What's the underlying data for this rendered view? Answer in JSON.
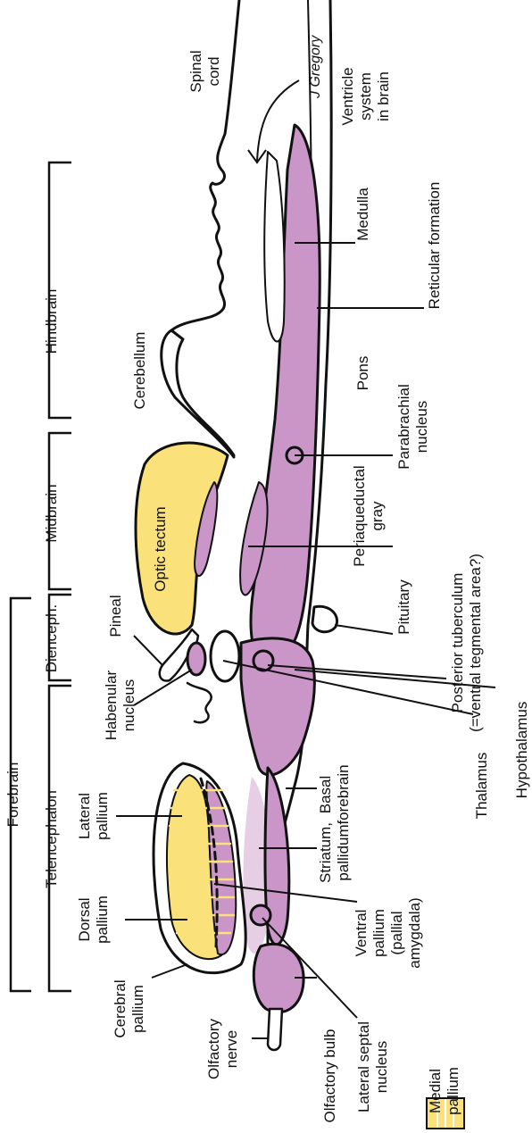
{
  "signature": "J Gregory",
  "colors": {
    "purple": "#c996c7",
    "light_purple": "#e6cfe5",
    "yellow": "#fae17a",
    "stroke": "#111111"
  },
  "divisions": {
    "forebrain": "Forebrain",
    "telencephalon": "Telencephalon",
    "diencephalon": "Dienceph.",
    "midbrain": "Midbrain",
    "hindbrain": "Hindbrain"
  },
  "labels": {
    "spinal_cord": [
      "Spinal",
      "cord"
    ],
    "ventricle_system": [
      "Ventricle",
      "system",
      "in brain"
    ],
    "medulla": "Medulla",
    "reticular_formation": "Reticular formation",
    "cerebellum": "Cerebellum",
    "pons": "Pons",
    "parabrachial_nucleus": [
      "Parabrachial",
      "nucleus"
    ],
    "optic_tectum": "Optic tectum",
    "periaqueductal_gray": [
      "Periaqueductal",
      "gray"
    ],
    "pineal": "Pineal",
    "pituitary": "Pituitary",
    "posterior_tuberculum": [
      "Posterior tuberculum",
      "(=ventral tegmental area?)"
    ],
    "habenular_nucleus": [
      "Habenular",
      "nucleus"
    ],
    "thalamus": "Thalamus",
    "hypothalamus": "Hypothalamus",
    "lateral_pallium": [
      "Lateral",
      "pallium"
    ],
    "basal_forebrain": [
      "Basal",
      "forebrain"
    ],
    "striatum_pallidum": [
      "Striatum,",
      "pallidum"
    ],
    "dorsal_pallium": [
      "Dorsal",
      "pallium"
    ],
    "ventral_pallium": [
      "Ventral",
      "pallium",
      "(pallial",
      "amygdala)"
    ],
    "cerebral_pallium": [
      "Cerebral",
      "pallium"
    ],
    "olfactory_nerve": [
      "Olfactory",
      "nerve"
    ],
    "lateral_septal_nucleus": [
      "Lateral septal",
      "nucleus"
    ],
    "olfactory_bulb": "Olfactory bulb",
    "medial_pallium": [
      "Medial",
      "pallium"
    ]
  }
}
